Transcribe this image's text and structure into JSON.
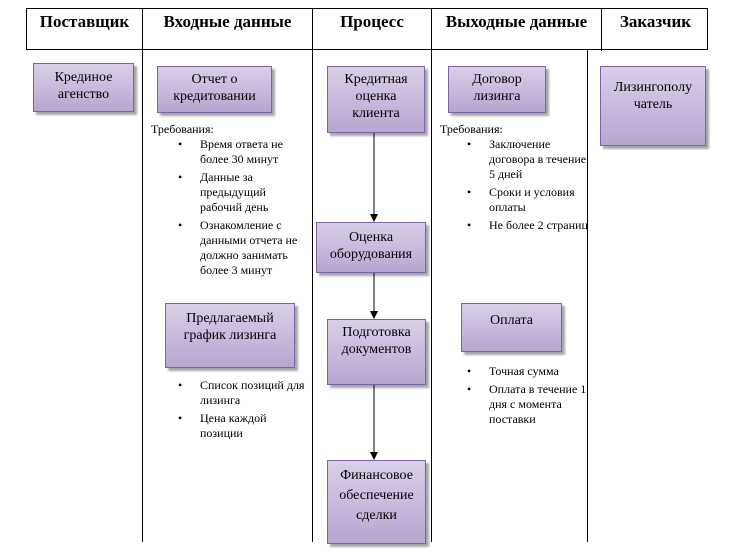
{
  "header": {
    "supplier": "Поставщик",
    "input": "Входные данные",
    "process": "Процесс",
    "output": "Выходные данные",
    "customer": "Заказчик"
  },
  "supplier_box": "Крединое агенство",
  "input_boxes": {
    "report": "Отчет о кредитовании",
    "schedule": "Предлагаемый график лизинга"
  },
  "report_requirements": {
    "title": "Требования:",
    "items": [
      "Время ответа не более 30 минут",
      "Данные за предыдущий рабочий день",
      "Ознакомление с данными отчета не должно занимать более 3 минут"
    ]
  },
  "schedule_requirements": {
    "items": [
      "Список позиций для лизинга",
      "Цена каждой позиции"
    ]
  },
  "process_boxes": [
    "Кредитная оценка клиента",
    "Оценка оборудования",
    "Подготовка документов",
    "Финансовое обеспечение сделки"
  ],
  "output_boxes": {
    "contract": "Договор лизинга",
    "payment": "Оплата"
  },
  "contract_requirements": {
    "title": "Требования:",
    "items": [
      "Заключение договора в течение 5 дней",
      "Сроки и условия оплаты",
      "Не более 2 страниц"
    ]
  },
  "payment_requirements": {
    "items": [
      "Точная сумма",
      "Оплата в течение 1 дня с момента поставки"
    ]
  },
  "customer_box": "Лизингополучатель",
  "colors": {
    "box_fill_top": "#d9cfe8",
    "box_fill_bottom": "#b7a6d1",
    "box_border": "#7d63a3"
  }
}
